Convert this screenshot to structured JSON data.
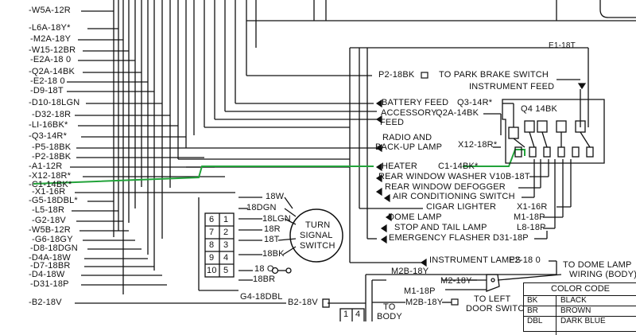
{
  "left_wires": [
    "W5A-12R",
    "L6A-18Y*",
    "M2A-18Y",
    "W15-12BR",
    "E2A-18 0",
    "Q2A-14BK",
    "E2-18 0",
    "D9-18T",
    "D10-18LGN",
    "D32-18R",
    "LI-16BK*",
    "Q3-14R*",
    "P5-18BK",
    "P2-18BK",
    "A1-12R",
    "X12-18R*",
    "C1-14BK*",
    "X1-16R",
    "G5-18DBL*",
    "L5-18R",
    "G2-18V",
    "W5B-12R",
    "G6-18GY",
    "D8-18DGN",
    "D4A-18W",
    "D7-18BR",
    "D4-18W",
    "D31-18P",
    "B2-18V"
  ],
  "right_labels": {
    "e1": "E1-18T",
    "p2": "P2-18BK",
    "park_brake": "TO PARK BRAKE SWITCH",
    "instrument_feed": "INSTRUMENT FEED",
    "battery_feed": "BATTERY FEED",
    "q3": "Q3-14R*",
    "accessory": "ACCESSORY",
    "accessory_feed": "FEED",
    "q2a": "Q2A-14BK",
    "q4": "Q4 14BK",
    "radio_1": "RADIO AND",
    "radio_2": "BACK-UP LAMP",
    "x12": "X12-18R*",
    "heater": "HEATER",
    "c1": "C1-14BK*",
    "rear_washer": "REAR WINDOW WASHER V10B-18T",
    "rear_defogger": "REAR WINDOW DEFOGGER",
    "air_cond": "AIR CONDITIONING SWITCH",
    "cigar": "CIGAR LIGHTER",
    "x1": "X1-16R",
    "dome_lamp": "DOME LAMP",
    "m1": "M1-18P",
    "stop_tail": "STOP AND TAIL LAMP",
    "l8": "L8-18P",
    "emergency": "EMERGENCY FLASHER",
    "d31": "D31-18P",
    "instrument_lamps": "INSTRUMENT LAMPS",
    "e2": "E2-18 0",
    "dome_wiring_1": "TO DOME LAMP",
    "dome_wiring_2": "WIRING (BODY)",
    "m2b_a": "M2B-18Y",
    "m2_18y": "M2-18Y",
    "m1_18p": "M1-18P",
    "m2b_b": "M2B-18Y",
    "left_door_1": "TO LEFT",
    "left_door_2": "DOOR SWITCH",
    "g4": "G4-18DBL",
    "b2_mid": "B2-18V",
    "to_body_1": "TO",
    "to_body_2": "BODY"
  },
  "turn_signal": {
    "switch_label_1": "TURN",
    "switch_label_2": "SIGNAL",
    "switch_label_3": "SWITCH",
    "wires": [
      "18W",
      "18DGN",
      "18LGN",
      "18R",
      "18T",
      "18BK",
      "18 O",
      "18BR"
    ],
    "connector_pins": [
      "6",
      "1",
      "7",
      "2",
      "8",
      "3",
      "9",
      "4",
      "10",
      "5"
    ]
  },
  "bottom_connector_pins": [
    "1",
    "4"
  ],
  "color_code": {
    "title": "COLOR CODE",
    "rows": [
      {
        "code": "BK",
        "name": "BLACK"
      },
      {
        "code": "BR",
        "name": "BROWN"
      },
      {
        "code": "DBL",
        "name": "DARK BLUE"
      }
    ]
  },
  "highlight_color": "#22a33a"
}
